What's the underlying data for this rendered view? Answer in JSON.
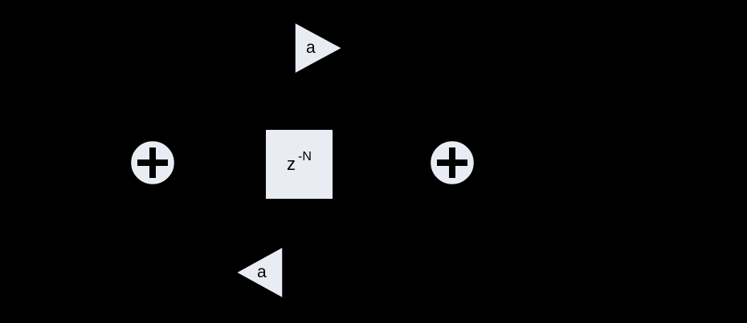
{
  "diagram": {
    "name": "allpass-comb-filter-block-diagram",
    "colors": {
      "background": "#000000",
      "shape_fill": "#e9edf3",
      "shape_stroke": "#000000",
      "text": "#000000"
    },
    "nodes": {
      "feedforward_gain": {
        "label": "a",
        "shape": "triangle-right"
      },
      "input_summer": {
        "symbol": "+",
        "shape": "circle-plus"
      },
      "delay": {
        "base": "z",
        "exponent": "-N",
        "shape": "rectangle"
      },
      "output_summer": {
        "symbol": "+",
        "shape": "circle-plus"
      },
      "feedback_gain": {
        "label": "a",
        "shape": "triangle-left"
      }
    }
  }
}
